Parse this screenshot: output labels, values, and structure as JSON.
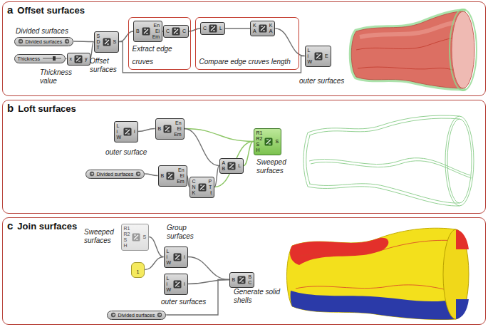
{
  "diagram": {
    "nodes": [
      {
        "text": [
          "a",
          "Offset surfaces"
        ]
      },
      {
        "text": [
          "Divided surfaces"
        ],
        "in": 0
      },
      {
        "text": [
          "Thickness"
        ],
        "in": 0
      },
      {
        "text": [
          "x",
          "y"
        ],
        "in": 0
      },
      {
        "text": [
          "S",
          "D",
          "T",
          "S"
        ],
        "in": 0
      },
      {
        "text": [
          "Extract edge cruves"
        ],
        "in": 0
      },
      {
        "text": [
          "B",
          "En",
          "Ei",
          "Em"
        ],
        "in": 5
      },
      {
        "text": [
          "C",
          "C"
        ],
        "in": 5
      },
      {
        "text": [
          "Compare edge cruves length"
        ],
        "in": 0
      },
      {
        "text": [
          "C",
          "L"
        ],
        "in": 8
      },
      {
        "text": [
          "K",
          "A",
          "K",
          "A"
        ],
        "in": 8
      },
      {
        "text": [
          "L",
          "i",
          "W",
          "E"
        ],
        "in": 0
      },
      {
        "text": [
          "b",
          "Loft surfaces"
        ]
      },
      {
        "text": [
          "L",
          "i",
          "W",
          "i"
        ],
        "in": 12
      },
      {
        "text": [
          "B",
          "En",
          "Ei",
          "Em"
        ],
        "in": 12
      },
      {
        "text": [
          "Divided surfaces"
        ],
        "in": 12
      },
      {
        "text": [
          "B",
          "En",
          "Ei",
          "Em"
        ],
        "in": 12
      },
      {
        "text": [
          "C",
          "N",
          "K",
          "P",
          "T",
          "t"
        ],
        "in": 12
      },
      {
        "text": [
          "A",
          "B",
          "L"
        ],
        "in": 12
      },
      {
        "text": [
          "R1",
          "R2",
          "S",
          "H",
          "S"
        ],
        "in": 12
      },
      {
        "text": [
          "c",
          "Join surfaces"
        ]
      },
      {
        "text": [
          "R1",
          "R2",
          "S",
          "H",
          "S"
        ],
        "in": 20
      },
      {
        "text": [
          "L",
          "i",
          "W",
          "i"
        ],
        "in": 20
      },
      {
        "text": [
          "1"
        ],
        "in": 20
      },
      {
        "text": [
          "L",
          "i",
          "W",
          "i"
        ],
        "in": 20
      },
      {
        "text": [
          "Divided surfaces"
        ],
        "in": 20
      },
      {
        "text": [
          "B",
          "B",
          "C"
        ],
        "in": 20
      }
    ],
    "edges": [
      {
        "from": 1,
        "to": 4,
        "arrow": "none"
      },
      {
        "from": 2,
        "to": 3,
        "arrow": "none"
      },
      {
        "from": 3,
        "to": 4,
        "arrow": "none"
      },
      {
        "from": 4,
        "to": 6,
        "arrow": "none"
      },
      {
        "from": 6,
        "to": 7,
        "arrow": "none"
      },
      {
        "from": 7,
        "to": 9,
        "arrow": "none"
      },
      {
        "from": 9,
        "to": 10,
        "arrow": "none"
      },
      {
        "from": 10,
        "to": 11,
        "arrow": "none"
      },
      {
        "from": 4,
        "to": 11,
        "arrow": "none"
      },
      {
        "from": 13,
        "to": 14,
        "arrow": "none"
      },
      {
        "from": 15,
        "to": 16,
        "arrow": "none"
      },
      {
        "from": 16,
        "to": 17,
        "arrow": "none"
      },
      {
        "from": 14,
        "to": 19,
        "arrow": "none"
      },
      {
        "from": 17,
        "to": 19,
        "arrow": "none"
      },
      {
        "from": 14,
        "to": 18,
        "arrow": "none"
      },
      {
        "from": 17,
        "to": 18,
        "arrow": "none"
      },
      {
        "from": 18,
        "to": 19,
        "arrow": "none"
      },
      {
        "from": 21,
        "to": 22,
        "arrow": "none"
      },
      {
        "from": 23,
        "to": 22,
        "arrow": "none"
      },
      {
        "from": 22,
        "to": 26,
        "arrow": "none"
      },
      {
        "from": 24,
        "to": 26,
        "arrow": "none"
      },
      {
        "from": 25,
        "to": 26,
        "arrow": "none"
      }
    ],
    "labels": [
      "Divided surfaces",
      "Thickness value",
      "Offset surfaces",
      "outer surfaces",
      "outer surface",
      "Sweeped surfaces",
      "Sweeped surfaces",
      "Group surfaces",
      "outer surfaces",
      "Generate solid shells"
    ]
  }
}
